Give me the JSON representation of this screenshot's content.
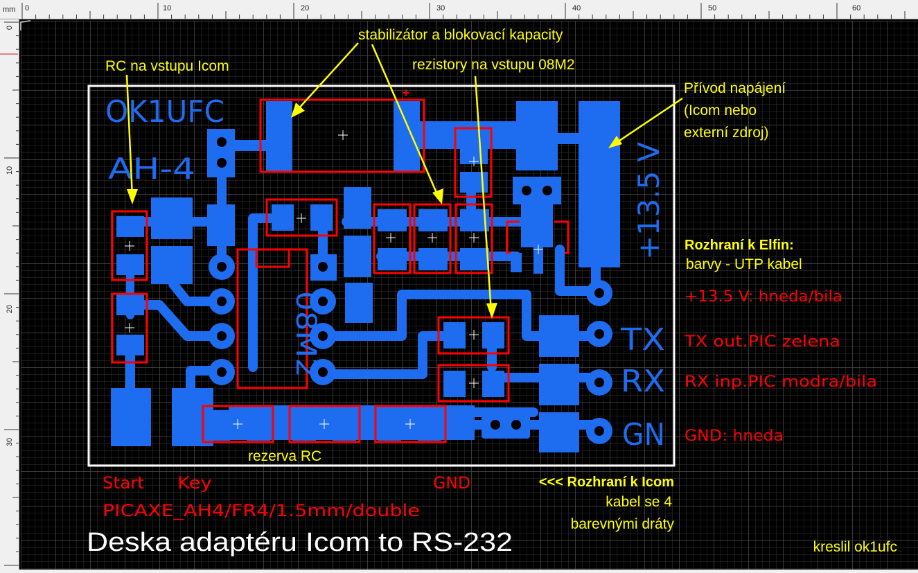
{
  "ruler": {
    "unit_label": "mm",
    "top_ticks": [
      "0",
      "10",
      "20",
      "30",
      "40",
      "50",
      "60"
    ],
    "left_ticks": [
      "0",
      "10",
      "20",
      "30"
    ]
  },
  "board": {
    "silkscreen_name": "OK1UFC",
    "silkscreen_model": "AH-4",
    "ic_label": "08M2",
    "voltage_label": "+13.5 V",
    "pin_labels": [
      "TX",
      "RX",
      "GN"
    ],
    "plus_marker": "+"
  },
  "annotations": {
    "rc_input": "RC na vstupu Icom",
    "stabilizer": "stabilizátor a blokovací kapacity",
    "resistors": "rezistory na vstupu 08M2",
    "power_in_lines": [
      "Přívod napájení",
      "(Icom nebo",
      "externí zdroj)"
    ],
    "reserve_rc": "rezerva RC",
    "elfin_title": "Rozhraní k Elfin:",
    "elfin_subtitle": "barvy - UTP kabel",
    "icom_title": "<<< Rozhraní k Icom",
    "icom_lines": [
      "kabel se 4",
      "barevnými dráty"
    ],
    "author": "kreslil ok1ufc",
    "main_title": "Deska adaptéru Icom to RS-232"
  },
  "red_labels": {
    "wire_13v": "+13.5 V: hneda/bila",
    "wire_tx": "TX out.PIC zelena",
    "wire_rx": "RX inp.PIC modra/bila",
    "wire_gnd": "GND: hneda",
    "start": "Start",
    "key": "Key",
    "gnd": "GND",
    "board_spec": "PICAXE_AH4/FR4/1.5mm/double"
  },
  "colors": {
    "background": "#000000",
    "grid": "#3a3a3a",
    "copper": "#1e6cf0",
    "outline": "#ff0000",
    "board_edge": "#ffffff",
    "annotation": "#ffff00",
    "red_text": "#ff0000"
  }
}
